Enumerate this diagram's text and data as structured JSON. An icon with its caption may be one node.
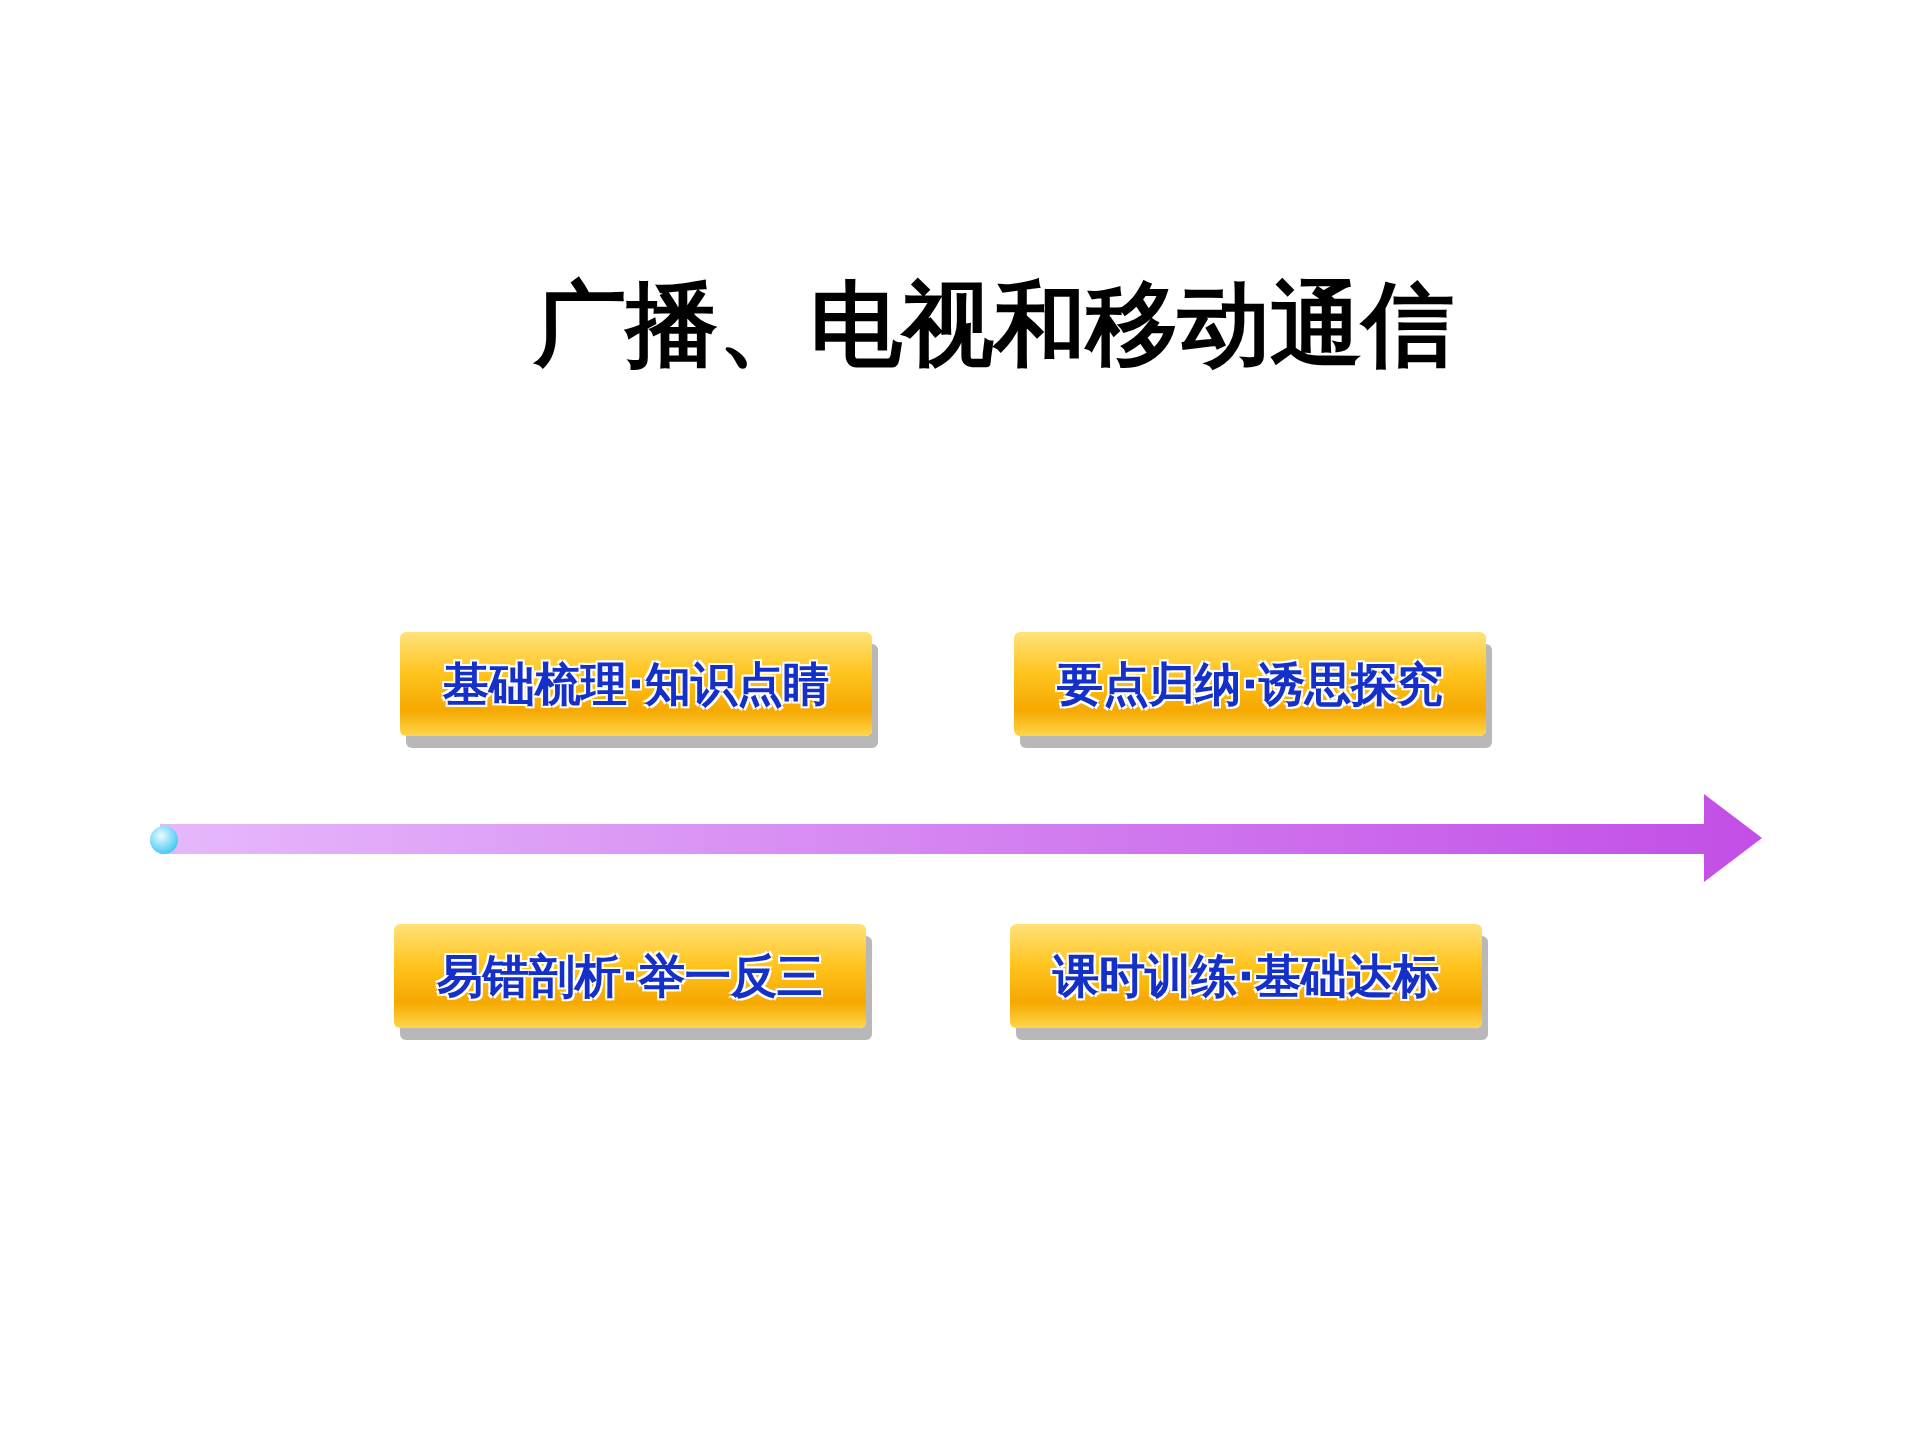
{
  "diagram": {
    "title": "广播、电视和移动通信",
    "nodes": [
      {
        "text": [
          "基础梳理·知识点睛"
        ]
      },
      {
        "text": [
          "要点归纳·诱思探究"
        ]
      },
      {
        "text": [
          "易错剖析·举一反三"
        ]
      },
      {
        "text": [
          "课时训练·基础达标"
        ]
      }
    ]
  }
}
